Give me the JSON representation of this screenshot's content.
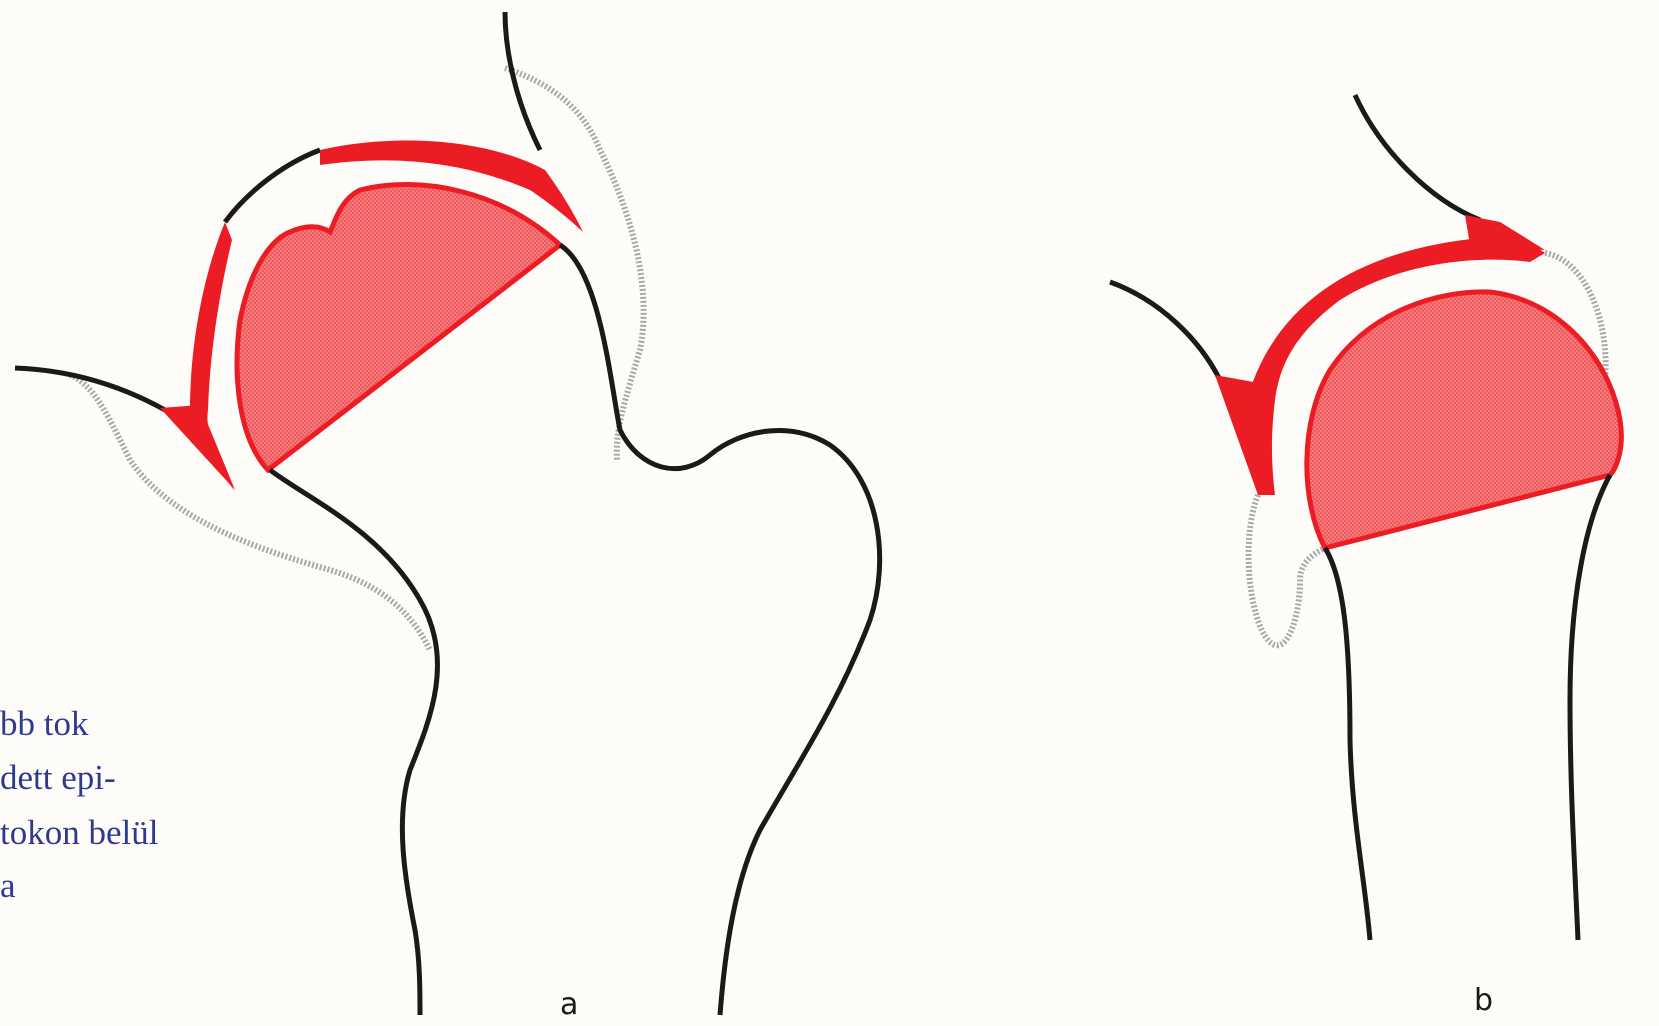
{
  "caption": {
    "lines": [
      "bb tok",
      "dett epi-",
      "tokon belül",
      "a"
    ]
  },
  "panel_labels": {
    "a": "a",
    "b": "b"
  },
  "colors": {
    "background": "#fdfcf8",
    "outline": "#1a1a1a",
    "capsule_stipple": "#a9a9a9",
    "cartilage_red": "#ec1c24",
    "epiphysis_fill": "#f47a7c",
    "caption_text": "#2f3a8f"
  }
}
